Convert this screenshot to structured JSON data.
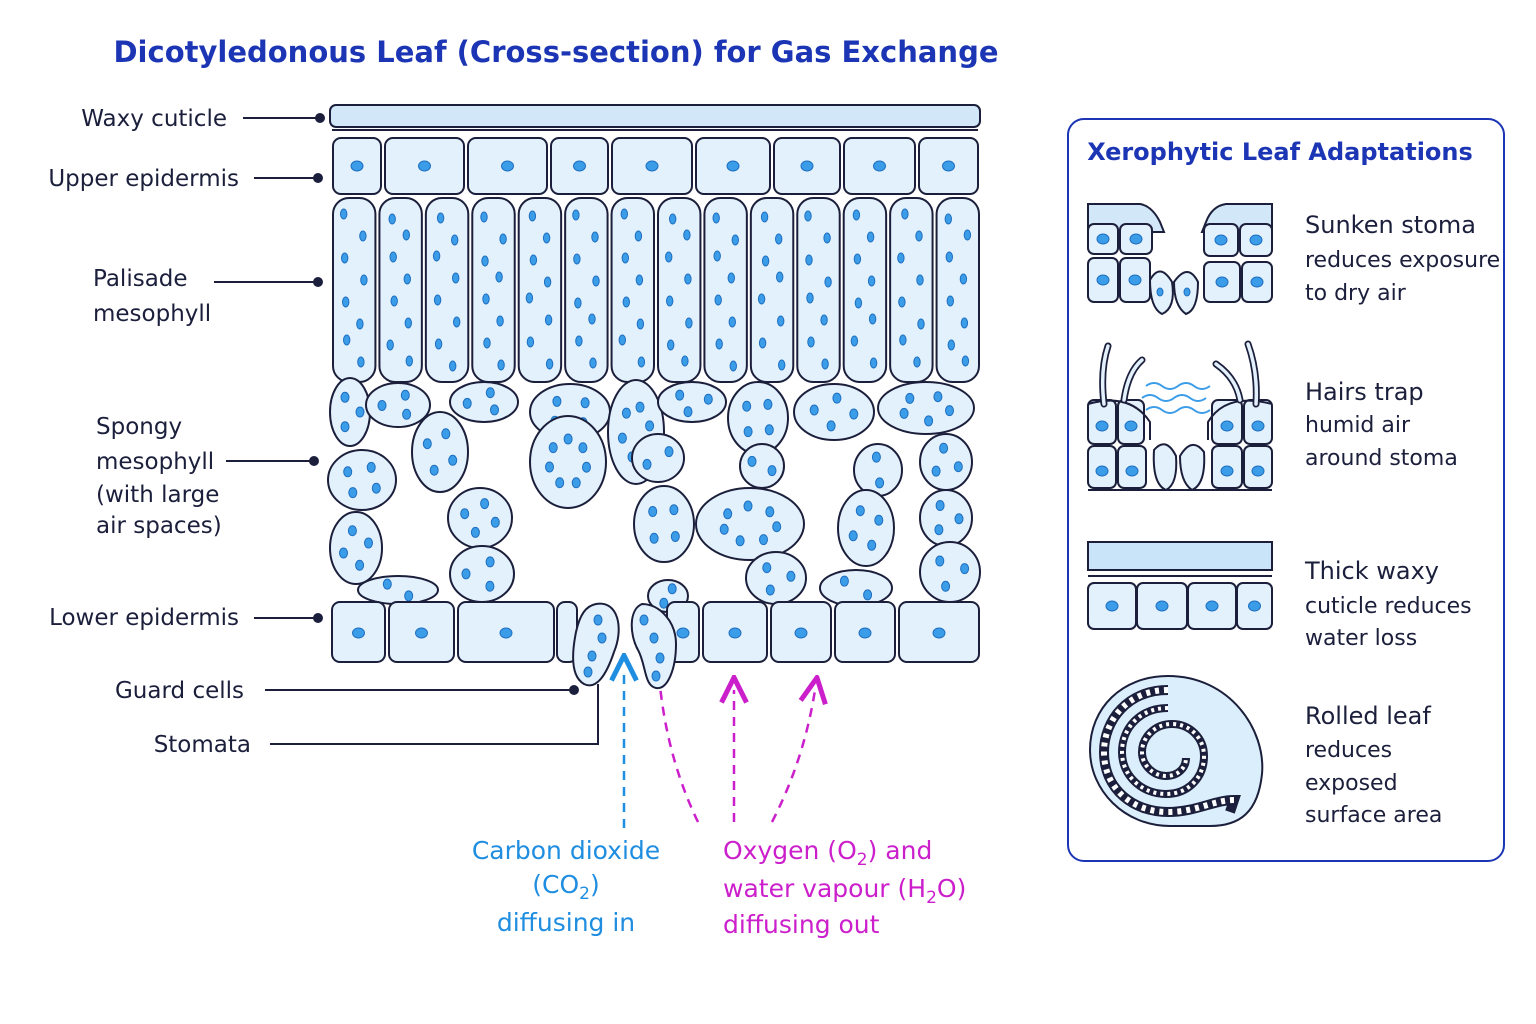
{
  "title": "Dicotyledonous Leaf (Cross-section) for Gas Exchange",
  "labels": {
    "waxy_cuticle": "Waxy cuticle",
    "upper_epidermis": "Upper epidermis",
    "palisade_1": "Palisade",
    "palisade_2": "mesophyll",
    "spongy_1": "Spongy",
    "spongy_2": "mesophyll",
    "spongy_3": "(with large",
    "spongy_4": "air spaces)",
    "lower_epidermis": "Lower epidermis",
    "guard_cells": "Guard cells",
    "stomata": "Stomata"
  },
  "gas_in": {
    "line1": "Carbon dioxide",
    "line2_pre": "(CO",
    "line2_sub": "2",
    "line2_post": ")",
    "line3": "diffusing in"
  },
  "gas_out": {
    "line1_pre": "Oxygen (O",
    "line1_sub": "2",
    "line1_post": ") and",
    "line2_pre": "water vapour (H",
    "line2_sub": "2",
    "line2_post": "O)",
    "line3": "diffusing out"
  },
  "panel": {
    "title": "Xerophytic Leaf Adaptations",
    "items": [
      {
        "head": "Sunken stoma",
        "desc": [
          "reduces exposure",
          "to dry air"
        ]
      },
      {
        "head": "Hairs trap",
        "desc": [
          "humid air",
          "around stoma"
        ]
      },
      {
        "head": "Thick waxy",
        "desc": [
          "cuticle reduces",
          "water loss"
        ]
      },
      {
        "head": "Rolled leaf",
        "desc": [
          "reduces",
          "exposed",
          "surface area"
        ]
      }
    ]
  },
  "colors": {
    "title": "#1b35b5",
    "outline": "#1b1f3b",
    "cell_fill": "#e3f1fc",
    "chloroplast": "#3b9ce8",
    "co2_arrow": "#1f8ee0",
    "o2_arrow": "#cc1fcc",
    "panel_border": "#1b35b5"
  }
}
